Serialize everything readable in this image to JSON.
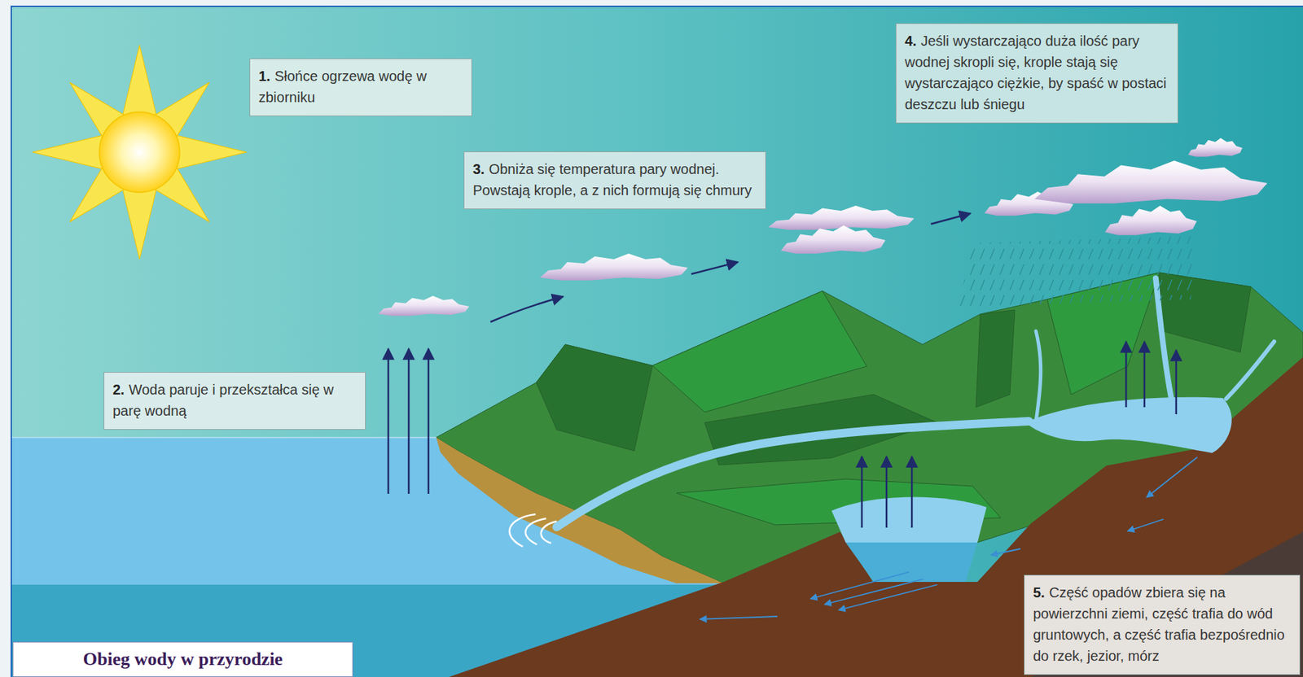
{
  "diagram": {
    "title": "Obieg wody w przyrodzie",
    "nodes": [
      {
        "text": [
          "1.",
          "Słońce ogrzewa wodę w zbiorniku"
        ]
      },
      {
        "text": [
          "2.",
          "Woda paruje i przekształca się w parę wodną"
        ]
      },
      {
        "text": [
          "3.",
          "Obniża się temperatura pary wodnej. Powstają krople, a z nich formują się chmury"
        ]
      },
      {
        "text": [
          "4.",
          "Jeśli wystarczająco duża ilość pary wodnej skropli się, krople stają się wystarczająco ciężkie, by spaść w postaci deszczu lub śniegu"
        ]
      },
      {
        "text": [
          "5.",
          "Część opadów zbiera się na powierzchni ziemi, część trafia do wód gruntowych, a część trafia bezpośrednio do rzek, jezior, mórz"
        ]
      }
    ]
  }
}
